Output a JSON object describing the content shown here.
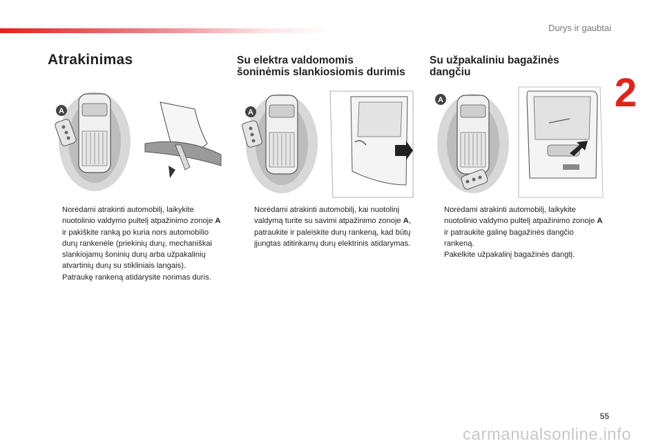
{
  "header": {
    "section_title": "Durys ir gaubtai",
    "chapter_number": "2"
  },
  "columns": [
    {
      "heading": "Atrakinimas",
      "bullets": [
        {
          "pre": "Norėdami atrakinti automobilį, laikykite nuotolinio valdymo pultelį atpažinimo zonoje ",
          "bold": "A",
          "post": " ir pakiškite ranką po kuria nors automobilio durų rankenėle (priekinių durų, mechaniškai slankiojamų šoninių durų arba užpakalinių atvartinių durų su stikliniais langais)."
        },
        {
          "pre": "Patraukę rankeną atidarysite norimas duris.",
          "bold": "",
          "post": ""
        }
      ]
    },
    {
      "heading_line1": "Su elektra valdomomis",
      "heading_line2": "šoninėmis slankiosiomis durimis",
      "bullets": [
        {
          "pre": "Norėdami atrakinti automobilį, kai nuotolinį valdymą turite su savimi atpažinimo zonoje ",
          "bold": "A",
          "post": ", patraukite ir paleiskite durų rankeną, kad būtų įjungtas atitinkamų durų elektrinis atidarymas."
        }
      ]
    },
    {
      "heading_line1": "Su užpakaliniu bagažinės",
      "heading_line2": "dangčiu",
      "bullets": [
        {
          "pre": "Norėdami atrakinti automobilį, laikykite nuotolinio valdymo pultelį atpažinimo zonoje ",
          "bold": "A",
          "post": " ir patraukite galinę bagažinės dangčio rankeną."
        },
        {
          "pre": "Pakelkite užpakalinį bagažinės dangtį.",
          "bold": "",
          "post": ""
        }
      ]
    }
  ],
  "illustrations": {
    "zone_label": "A",
    "icons": [
      "vehicle-top-view",
      "key-fob",
      "hand-handle",
      "sliding-door",
      "tailgate"
    ]
  },
  "bullet_glyph": "",
  "footer": {
    "page_number": "55",
    "watermark": "carmanualsonline.info"
  }
}
